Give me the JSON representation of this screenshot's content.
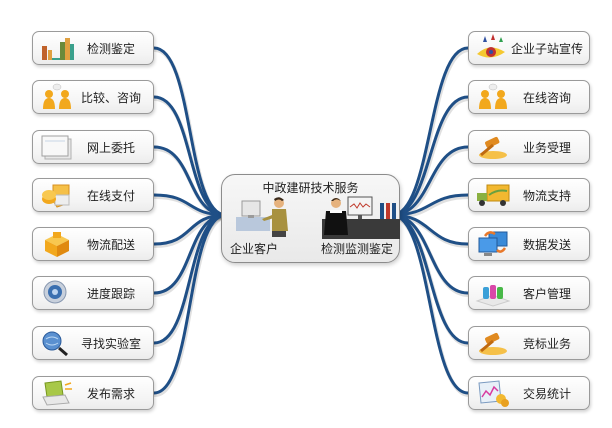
{
  "diagram": {
    "center": {
      "title": "中政建研技术服务",
      "left_label": "企业客户",
      "right_label": "检测监测鉴定"
    },
    "left_nodes": [
      {
        "label": "检测鉴定",
        "icon": "bar-chart-icon"
      },
      {
        "label": "比较、咨询",
        "icon": "people-consult-icon"
      },
      {
        "label": "网上委托",
        "icon": "document-stack-icon"
      },
      {
        "label": "在线支付",
        "icon": "payment-coins-icon"
      },
      {
        "label": "物流配送",
        "icon": "package-box-icon"
      },
      {
        "label": "进度跟踪",
        "icon": "tracking-dial-icon"
      },
      {
        "label": "寻找实验室",
        "icon": "magnifier-globe-icon"
      },
      {
        "label": "发布需求",
        "icon": "laptop-publish-icon"
      }
    ],
    "right_nodes": [
      {
        "label": "企业子站宣传",
        "icon": "eye-promo-icon"
      },
      {
        "label": "在线咨询",
        "icon": "people-consult-icon"
      },
      {
        "label": "业务受理",
        "icon": "gavel-icon"
      },
      {
        "label": "物流支持",
        "icon": "delivery-truck-icon"
      },
      {
        "label": "数据发送",
        "icon": "computer-sync-icon"
      },
      {
        "label": "客户管理",
        "icon": "people-group-icon"
      },
      {
        "label": "竞标业务",
        "icon": "gavel-icon"
      },
      {
        "label": "交易统计",
        "icon": "stats-chart-coins-icon"
      }
    ],
    "colors": {
      "connector": "#1f4f86",
      "node_border": "#9a9a9a",
      "accent_orange": "#f2a81d"
    }
  }
}
